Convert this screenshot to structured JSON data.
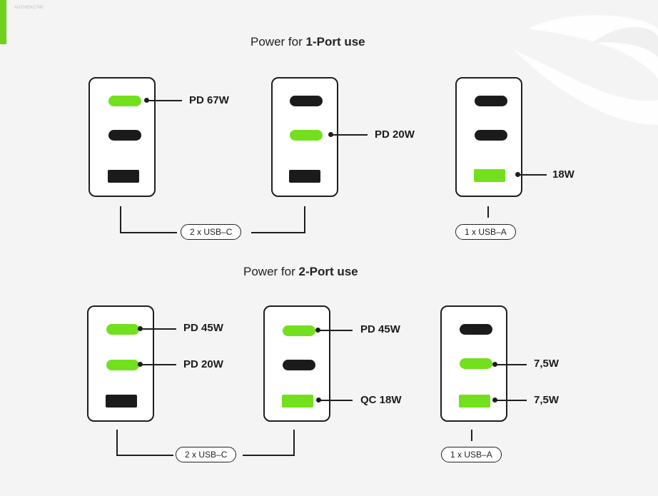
{
  "corner_tag": "AUTHEKC7W",
  "colors": {
    "accent": "#6fd11c",
    "port_active": "#72e01c",
    "port_inactive": "#1b1b1b",
    "outline": "#1e1e1e"
  },
  "sections": [
    {
      "title_prefix": "Power for ",
      "title_bold": "1-Port use",
      "groups": [
        {
          "label": "2 x USB–C"
        },
        {
          "label": "1 x USB–A"
        }
      ],
      "chargers": [
        {
          "ports": [
            {
              "type": "usb-c",
              "active": true,
              "label": "PD 67W"
            },
            {
              "type": "usb-c",
              "active": false,
              "label": ""
            },
            {
              "type": "usb-a",
              "active": false,
              "label": ""
            }
          ]
        },
        {
          "ports": [
            {
              "type": "usb-c",
              "active": false,
              "label": ""
            },
            {
              "type": "usb-c",
              "active": true,
              "label": "PD 20W"
            },
            {
              "type": "usb-a",
              "active": false,
              "label": ""
            }
          ]
        },
        {
          "ports": [
            {
              "type": "usb-c",
              "active": false,
              "label": ""
            },
            {
              "type": "usb-c",
              "active": false,
              "label": ""
            },
            {
              "type": "usb-a",
              "active": true,
              "label": "18W"
            }
          ]
        }
      ]
    },
    {
      "title_prefix": "Power for ",
      "title_bold": "2-Port use",
      "groups": [
        {
          "label": "2 x USB–C"
        },
        {
          "label": "1 x USB–A"
        }
      ],
      "chargers": [
        {
          "ports": [
            {
              "type": "usb-c",
              "active": true,
              "label": "PD 45W"
            },
            {
              "type": "usb-c",
              "active": true,
              "label": "PD 20W"
            },
            {
              "type": "usb-a",
              "active": false,
              "label": ""
            }
          ]
        },
        {
          "ports": [
            {
              "type": "usb-c",
              "active": true,
              "label": "PD 45W"
            },
            {
              "type": "usb-c",
              "active": false,
              "label": ""
            },
            {
              "type": "usb-a",
              "active": true,
              "label": "QC 18W"
            }
          ]
        },
        {
          "ports": [
            {
              "type": "usb-c",
              "active": false,
              "label": ""
            },
            {
              "type": "usb-c",
              "active": true,
              "label": "7,5W"
            },
            {
              "type": "usb-a",
              "active": true,
              "label": "7,5W"
            }
          ]
        }
      ]
    }
  ]
}
